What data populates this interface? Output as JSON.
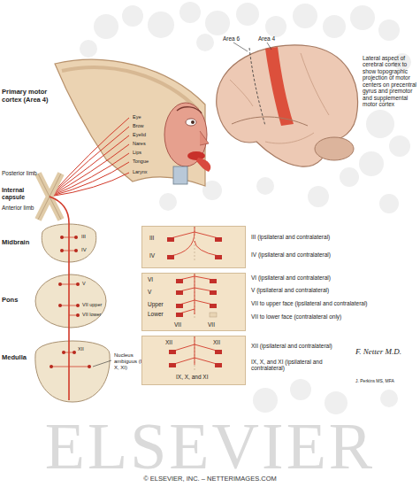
{
  "diagram": {
    "caption": "© ELSEVIER, INC. – NETTERIMAGES.COM",
    "nodes": [
      {
        "text": [
          "III",
          "IV"
        ]
      },
      {
        "text": [
          "VI",
          "V",
          "Upper",
          "Lower",
          "VII",
          "VII"
        ]
      },
      {
        "text": [
          "XII",
          "XII",
          "IX, X, and XI"
        ]
      }
    ],
    "labels": [
      "Primary motor cortex (Area 4)",
      "Eye",
      "Brow",
      "Eyelid",
      "Nares",
      "Lips",
      "Tongue",
      "Larynx",
      "Area 6",
      "Area 4",
      "Lateral aspect of cerebral cortex to show topographic projection of motor centers on precentral gyrus and premotor and supplemental motor cortex",
      "Posterior limb",
      "Internal capsule",
      "Anterior limb",
      "Midbrain",
      "III",
      "IV",
      "III (ipsilateral and contralateral)",
      "IV (ipsilateral and contralateral)",
      "Pons",
      "V",
      "VII upper",
      "VII lower",
      "VI (ipsilateral and contralateral)",
      "V (ipsilateral and contralateral)",
      "VII to upper face (ipsilateral and contralateral)",
      "VII to lower face (contralateral only)",
      "Medulla",
      "XII",
      "Nucleus ambiguus (IX, X, XI)",
      "XII (ipsilateral and contralateral)",
      "IX, X, and XI (ipsilateral and contralateral)",
      "F. Netter M.D.",
      "J. Perkins MS, MFA",
      "ELSEVIER"
    ]
  }
}
